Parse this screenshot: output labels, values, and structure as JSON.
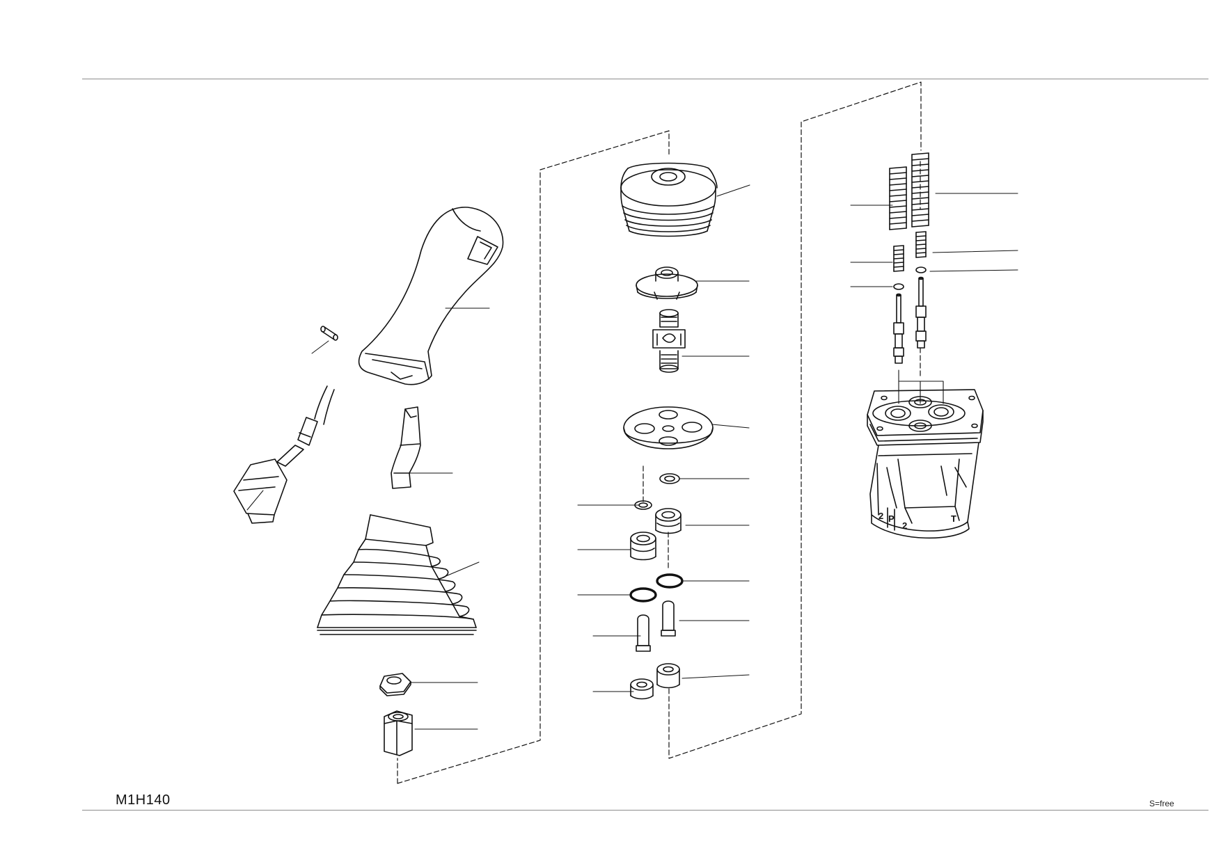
{
  "drawing": {
    "code": "M1H140",
    "scale_note": "S=free",
    "housing_port_labels": [
      "2",
      "P",
      "2",
      "T"
    ]
  },
  "colors": {
    "ink": "#111111",
    "rule": "#8c8c8c",
    "background": "#ffffff"
  }
}
